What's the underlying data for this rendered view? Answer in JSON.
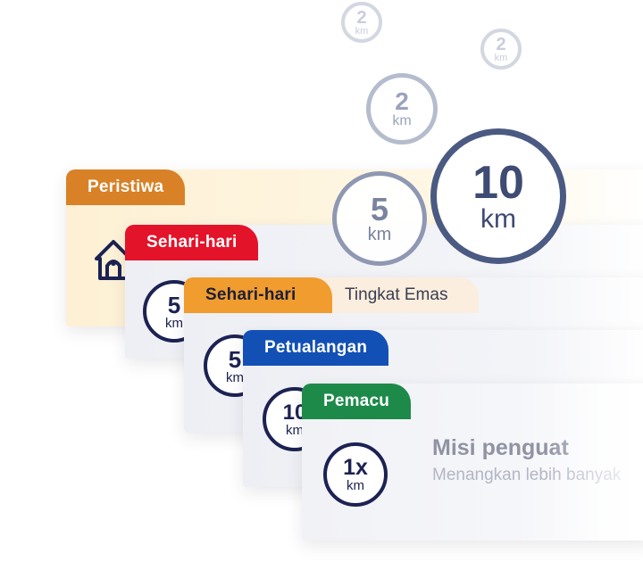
{
  "cards": [
    {
      "tag": "Peristiwa",
      "color": "#d98127"
    },
    {
      "tag": "Sehari-hari",
      "color": "#e3132a",
      "badge_num": "5",
      "badge_unit": "km"
    },
    {
      "tag": "Sehari-hari",
      "color": "#f19c2e",
      "secondary_tag": "Tingkat Emas",
      "badge_num": "5",
      "badge_unit": "km"
    },
    {
      "tag": "Petualangan",
      "color": "#1250b6",
      "badge_num": "10",
      "badge_unit": "km"
    },
    {
      "tag": "Pemacu",
      "color": "#1d8a4a",
      "badge_num": "1x",
      "badge_unit": "km",
      "title": "Misi penguat",
      "subtitle": "Menangkan lebih banyak"
    }
  ],
  "medals": [
    {
      "num": "2",
      "unit": "km"
    },
    {
      "num": "2",
      "unit": "km"
    },
    {
      "num": "2",
      "unit": "km"
    },
    {
      "num": "5",
      "unit": "km"
    },
    {
      "num": "10",
      "unit": "km"
    }
  ],
  "colors": {
    "badge_navy": "#1c2252",
    "medal_gray": "#9aa3bb",
    "medal_blue": "#4b5a82",
    "event_bg": "#fff6de"
  }
}
